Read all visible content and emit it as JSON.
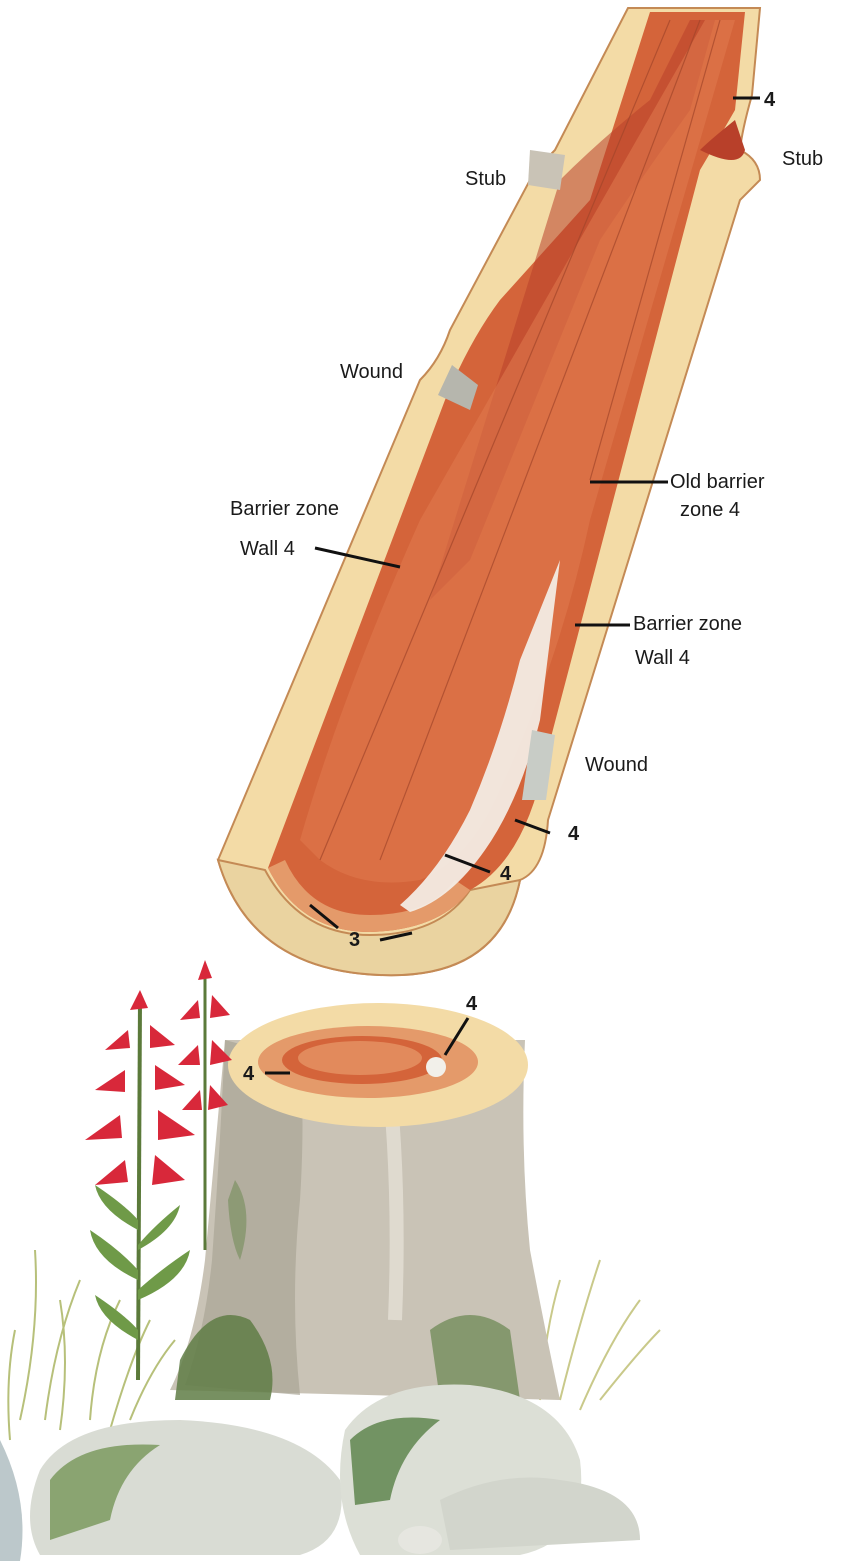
{
  "labels": {
    "stub_left": "Stub",
    "stub_right": "Stub",
    "four_top": "4",
    "wound_upper": "Wound",
    "old_barrier_line1": "Old barrier",
    "old_barrier_line2": "zone 4",
    "barrier_left_line1": "Barrier zone",
    "barrier_left_line2": "Wall 4",
    "barrier_right_line1": "Barrier zone",
    "barrier_right_line2": "Wall 4",
    "wound_lower": "Wound",
    "four_lower_right": "4",
    "four_inner": "4",
    "three": "3",
    "four_stump_top": "4",
    "four_stump_left": "4"
  },
  "colors": {
    "sapwood": "#f3dba6",
    "heartwood": "#d4643a",
    "heartwood_dark": "#b8402a",
    "heartwood_light": "#e58a62",
    "bark_edge": "#c48a55",
    "stump_bark": "#c9c3b6",
    "moss": "#5f7d45",
    "flower": "#d8283a",
    "rock": "#d9dcd4"
  }
}
